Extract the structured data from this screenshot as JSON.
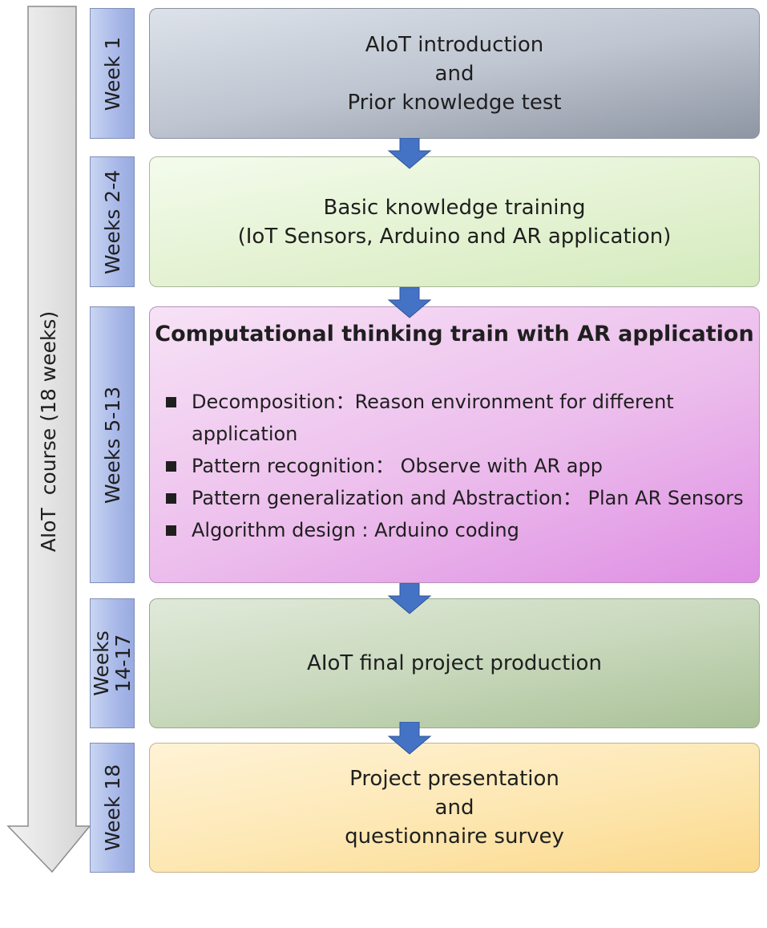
{
  "course": {
    "label": "AIoT  course (18 weeks)"
  },
  "weeks": [
    {
      "label": "Week 1"
    },
    {
      "label": "Weeks 2-4"
    },
    {
      "label": "Weeks 5-13"
    },
    {
      "label": "Weeks\n14-17"
    },
    {
      "label": "Week 18"
    }
  ],
  "phases": {
    "week1": {
      "lines": [
        "AIoT introduction",
        "and",
        "Prior knowledge test"
      ]
    },
    "week2_4": {
      "lines": [
        "Basic knowledge training",
        "(IoT Sensors, Arduino and AR application)"
      ]
    },
    "week5_13": {
      "title": "Computational thinking train with AR application",
      "items": [
        "Decomposition：Reason environment for different application",
        "Pattern recognition： Observe with AR app",
        "Pattern generalization and Abstraction： Plan AR Sensors",
        "Algorithm design : Arduino coding"
      ]
    },
    "week14_17": {
      "lines": [
        "AIoT final project production"
      ]
    },
    "week18": {
      "lines": [
        "Project presentation",
        "and",
        "questionnaire survey"
      ]
    }
  },
  "colors": {
    "arrow": "#4472c4",
    "week_tab": "#a8b8e8",
    "timeline": "#e7e7e7"
  }
}
